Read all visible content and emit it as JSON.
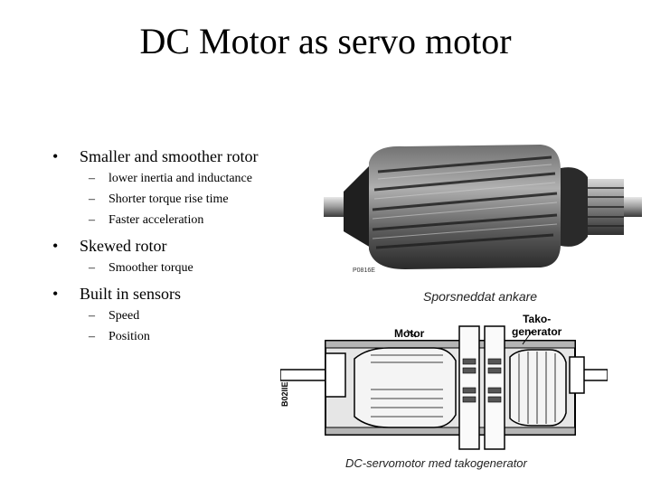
{
  "slide": {
    "title": "DC Motor as servo motor",
    "bullets": [
      {
        "text": "Smaller and smoother rotor",
        "sub": [
          "lower inertia and inductance",
          "Shorter torque rise time",
          "Faster acceleration"
        ]
      },
      {
        "text": "Skewed rotor",
        "sub": [
          "Smoother torque"
        ]
      },
      {
        "text": "Built in sensors",
        "sub": [
          "Speed",
          "Position"
        ]
      }
    ],
    "bullet_glyph": "•",
    "sub_glyph": "–"
  },
  "figure": {
    "photo_code": "P0816E",
    "photo_caption": "Sporsneddat ankare",
    "diagram_label_motor": "Motor",
    "diagram_label_tako_1": "Tako-",
    "diagram_label_tako_2": "generator",
    "diagram_side_code": "B02IIE",
    "diagram_caption": "DC-servomotor med takogenerator"
  }
}
